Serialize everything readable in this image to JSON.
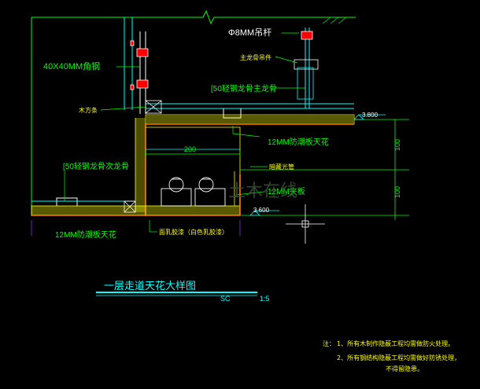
{
  "drawing": {
    "title": "一层走道天花大样图",
    "scale_code": "SC",
    "scale": "1:5",
    "watermark": "土木在线",
    "colors": {
      "background": "#000000",
      "dimension": "#00ff00",
      "cyan": "#00ffff",
      "yellow": "#ffff00",
      "orange": "#ff8000",
      "white": "#ffffff",
      "purple": "#8a2be2",
      "dots": "#ffff00"
    }
  },
  "labels": {
    "hanger_rod": "Φ8MM吊杆",
    "main_hanger": "主龙骨吊件",
    "steel_main_runner": "[50轻钢龙骨主龙骨",
    "angle_steel": "40X40MM角钢",
    "wood_strip": "木方条",
    "board_upper": "12MM防潮板天花",
    "steel_secondary_runner": "[50轻钢龙骨次龙骨",
    "dim_200": "200",
    "hidden_light": "暗藏光管",
    "side_board": "12MM夹板",
    "board_lower": "12MM防潮板天花",
    "elevation_upper": "3.800",
    "elevation_lower": "3.600",
    "dim_100_upper": "100",
    "dim_100_lower": "100",
    "paint_note": "面乳胶漆（白色乳胶漆）"
  },
  "notes": {
    "prefix": "注：",
    "n1": "1、所有木制作隐蔽工程均需做防火处理。",
    "n2": "2、所有钢结构隐蔽工程均需做好防锈处理，",
    "n2b": "不得留隐患。"
  }
}
